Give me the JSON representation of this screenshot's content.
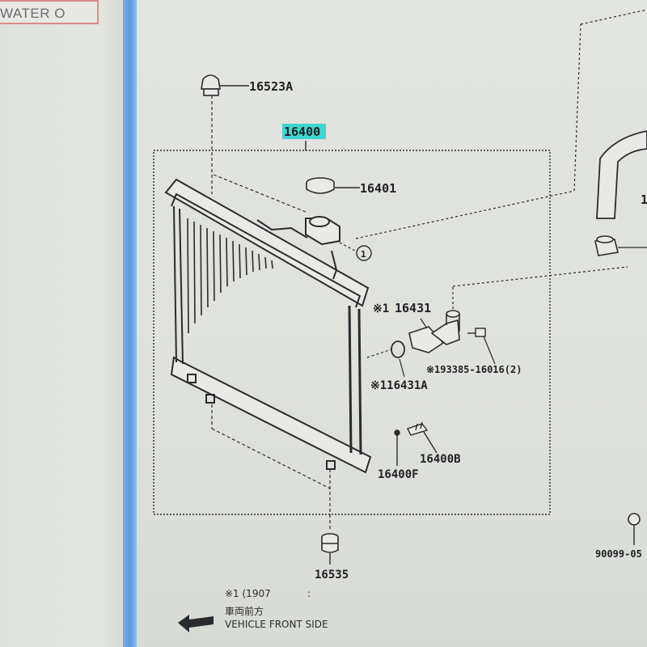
{
  "header": {
    "title": "WATER O"
  },
  "parts": {
    "drain_cock_upper": "16523A",
    "radiator_assy": "16400",
    "radiator_cap": "16401",
    "reference_circle": "1",
    "inlet_mark": "※1",
    "water_inlet": "16431",
    "bolt": "※193385-16016(2)",
    "gasket_mark_label": "※116431A",
    "drain_plug": "16400F",
    "drain_cock_plug": "16400B",
    "lower_support": "16535",
    "right_hose_cut": "1",
    "right_clip": "90099-05"
  },
  "notes": {
    "remark": "※1 (1907",
    "remark_tail": ":",
    "front_jp": "車両前方",
    "front_en": "VEHICLE FRONT SIDE"
  },
  "colors": {
    "highlight": "#3fd6cf",
    "line": "#2a2b2e",
    "accent_bar": "#5b98de"
  }
}
